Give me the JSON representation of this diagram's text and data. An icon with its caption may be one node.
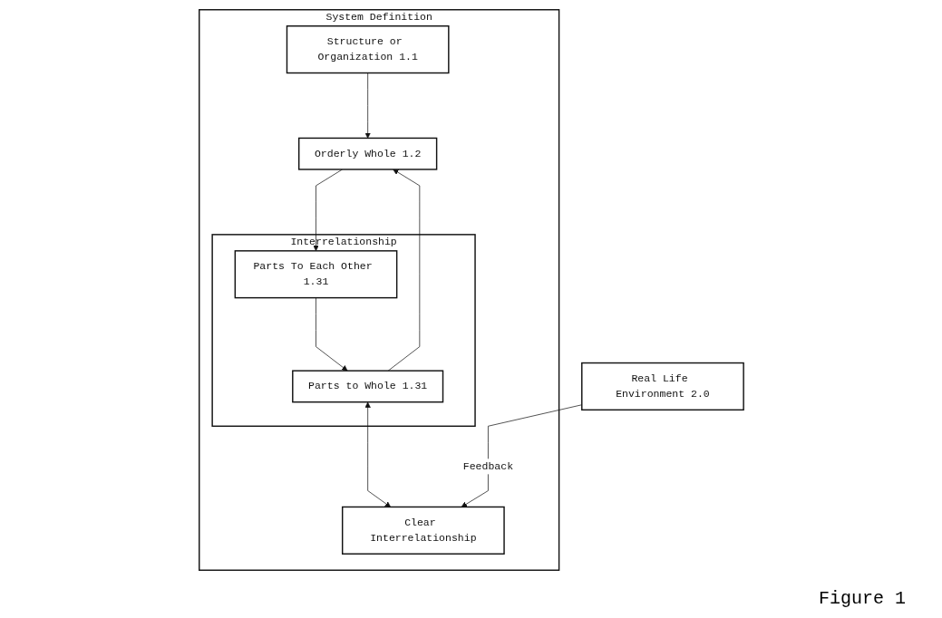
{
  "diagram": {
    "caption": "Figure 1",
    "nodes": [
      {
        "text": [
          "System Definition"
        ]
      },
      {
        "text": [
          "Structure or Organization 1.1"
        ],
        "in": 0
      },
      {
        "text": [
          "Orderly Whole 1.2"
        ],
        "in": 0
      },
      {
        "text": [
          "Interrelationship"
        ],
        "in": 0
      },
      {
        "text": [
          "Parts To Each Other 1.31"
        ],
        "in": 3
      },
      {
        "text": [
          "Parts to Whole 1.31"
        ],
        "in": 3
      },
      {
        "text": [
          "Clear Interrelationship"
        ],
        "in": 0
      },
      {
        "text": [
          "Real Life Environment 2.0"
        ]
      }
    ],
    "edges": [
      {
        "from": 1,
        "to": 2,
        "arrow": "to"
      },
      {
        "from": 2,
        "to": 4,
        "arrow": "to"
      },
      {
        "from": 4,
        "to": 5,
        "arrow": "to"
      },
      {
        "from": 5,
        "to": 2,
        "arrow": "to"
      },
      {
        "from": 5,
        "to": 6,
        "arrow": "both"
      },
      {
        "from": 7,
        "to": 6,
        "arrow": "to",
        "label": "Feedback"
      }
    ]
  }
}
